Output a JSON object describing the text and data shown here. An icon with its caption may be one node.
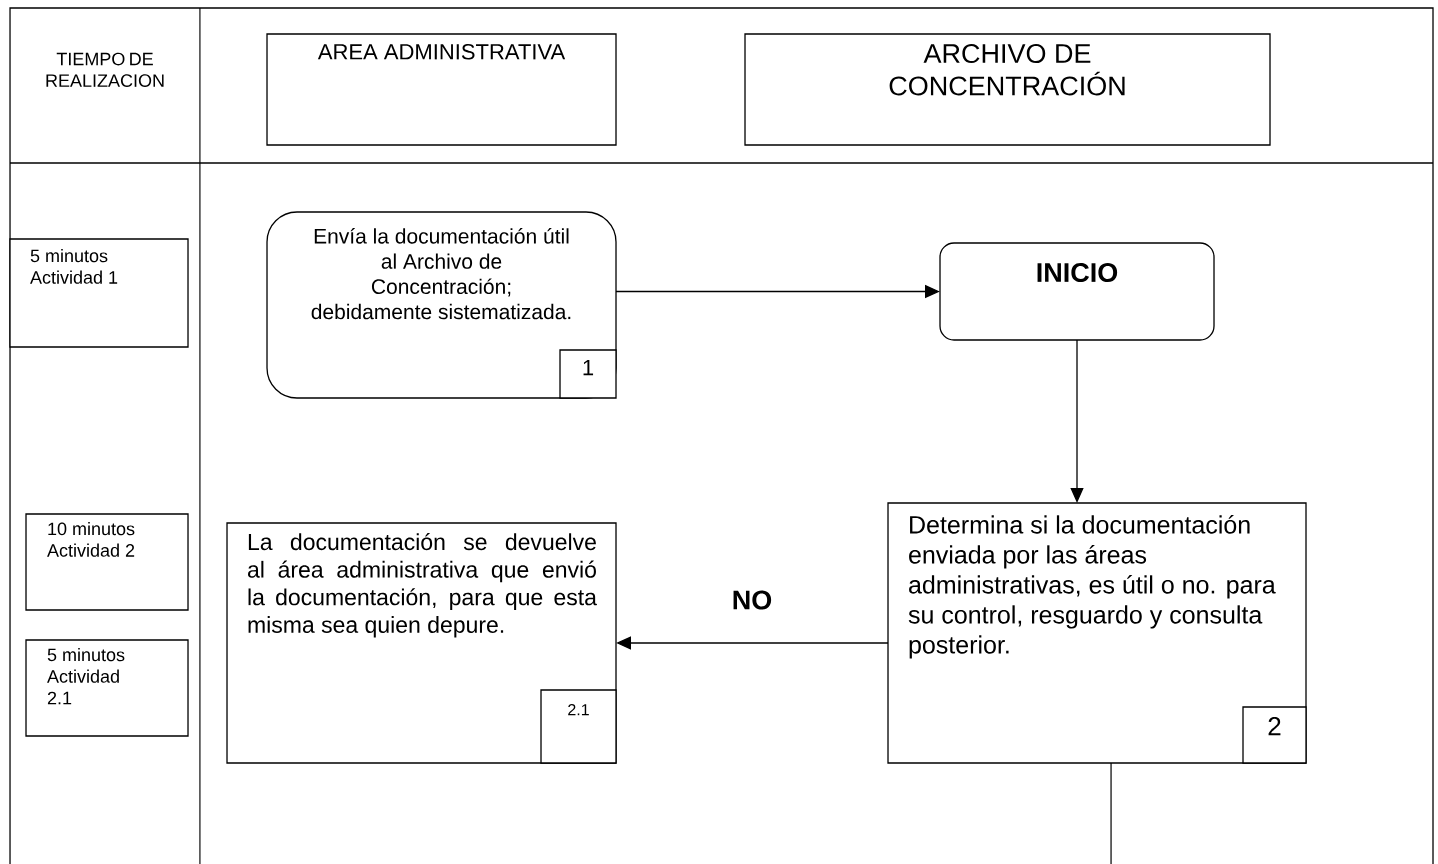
{
  "diagram": {
    "nodes": [
      {
        "text": [
          "AREA ADMINISTRATIVA"
        ]
      },
      {
        "text": [
          "ARCHIVO DE CONCENTRACIÓN"
        ]
      },
      {
        "text": [
          "5 minutos Actividad 1"
        ]
      },
      {
        "text": [
          "10 minutos Actividad 2"
        ]
      },
      {
        "text": [
          "5 minutos Actividad 2.1"
        ]
      },
      {
        "text": [
          "Envía la documentación útil al Archivo de Concentración; debidamente sistematizada."
        ]
      },
      {
        "text": [
          "1"
        ],
        "in": 5
      },
      {
        "text": [
          "INICIO"
        ]
      },
      {
        "text": [
          "Determina si la documentación enviada por las áreas administrativas, es útil o no. para su control, resguardo y consulta posterior."
        ]
      },
      {
        "text": [
          "2"
        ],
        "in": 8
      },
      {
        "text": [
          "La documentación se devuelve al área administrativa que envió la documentación, para que esta misma sea quien depure."
        ]
      },
      {
        "text": [
          "2.1"
        ],
        "in": 10
      }
    ],
    "edges": [
      {
        "from": 5,
        "to": 7,
        "arrow": "to"
      },
      {
        "from": 7,
        "to": 8,
        "arrow": "to"
      },
      {
        "from": 8,
        "to": 10,
        "arrow": "to",
        "label": "NO"
      },
      {
        "from": 8,
        "to": null,
        "arrow": "none"
      }
    ],
    "labels": [
      "TIEMPO DE REALIZACION"
    ]
  }
}
